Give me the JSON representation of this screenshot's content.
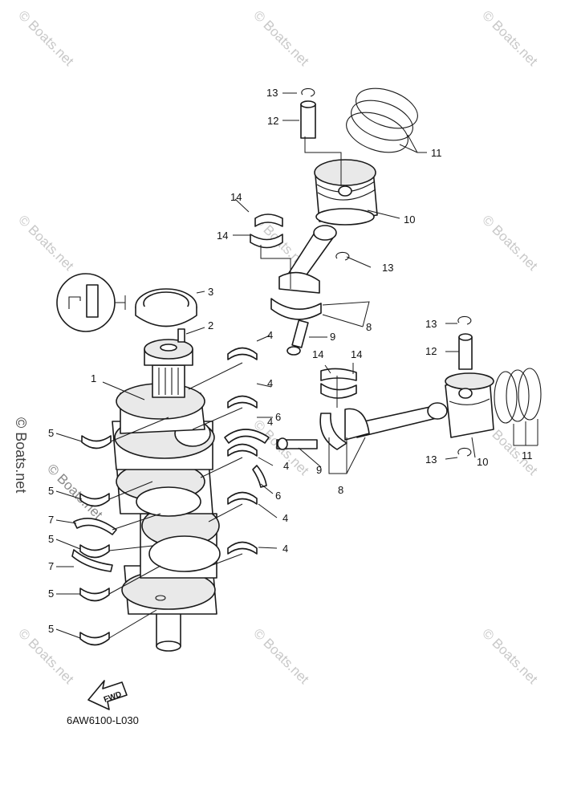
{
  "diagram": {
    "code": "6AW6100-L030",
    "fwd_arrow": "FWD",
    "watermark": "© Boats.net",
    "callouts": {
      "c1": "1",
      "c2": "2",
      "c3": "3",
      "c4a": "4",
      "c4b": "4",
      "c4c": "4",
      "c4d": "4",
      "c4e": "4",
      "c4f": "4",
      "c5a": "5",
      "c5b": "5",
      "c5c": "5",
      "c5d": "5",
      "c5e": "5",
      "c6a": "6",
      "c6b": "6",
      "c7a": "7",
      "c7b": "7",
      "c8a": "8",
      "c8b": "8",
      "c9a": "9",
      "c9b": "9",
      "c10a": "10",
      "c10b": "10",
      "c11a": "11",
      "c11b": "11",
      "c12a": "12",
      "c12b": "12",
      "c13a": "13",
      "c13b": "13",
      "c13c": "13",
      "c13d": "13",
      "c14a": "14",
      "c14b": "14",
      "c14c": "14",
      "c14d": "14"
    }
  }
}
